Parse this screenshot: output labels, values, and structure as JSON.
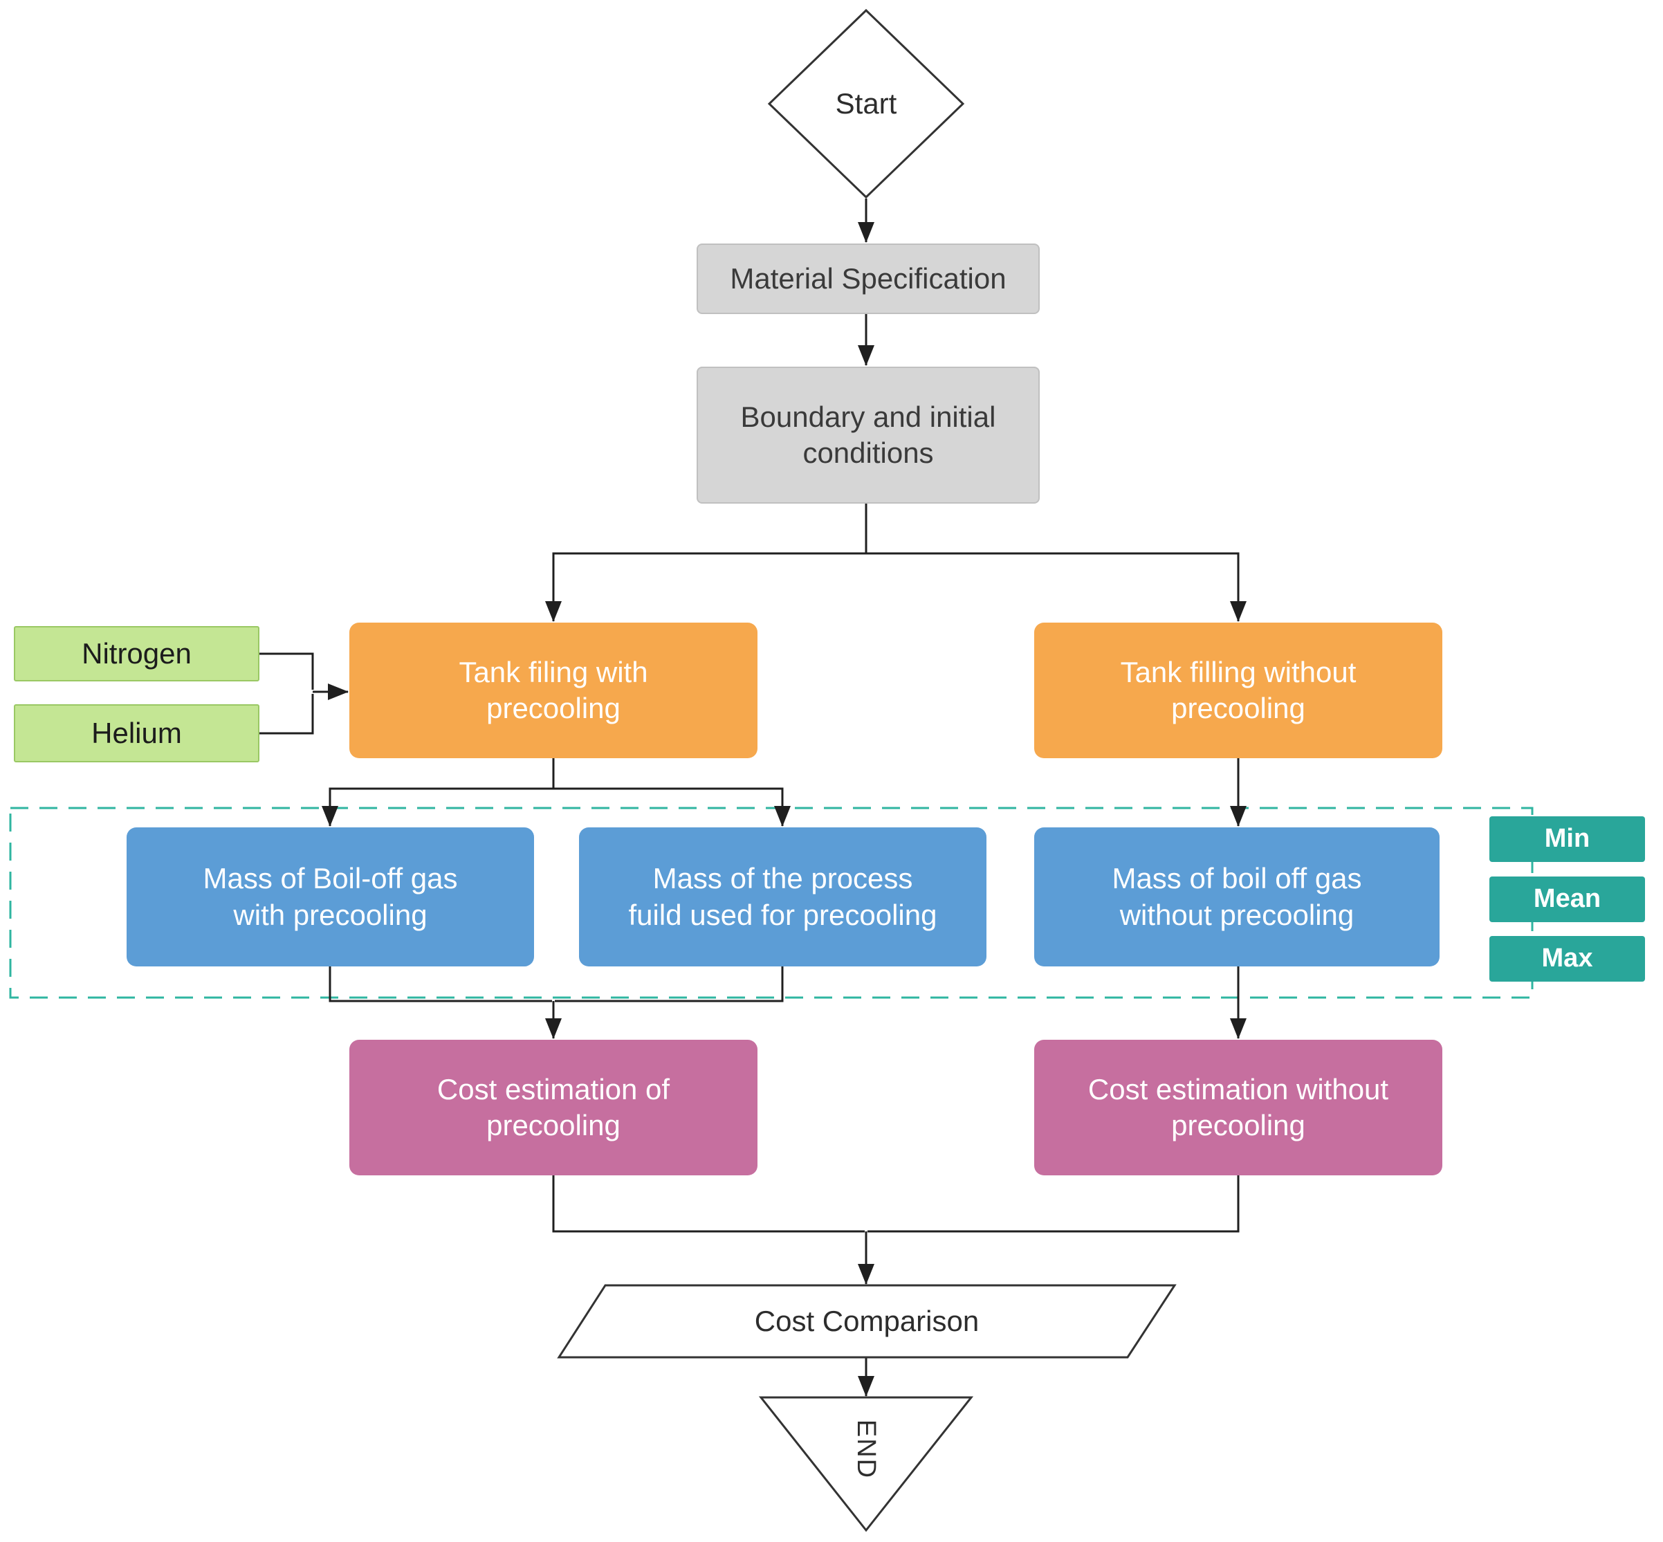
{
  "nodes": {
    "start": {
      "label": "Start",
      "shape": "diamond"
    },
    "material_specification": {
      "label": "Material Specification",
      "shape": "rect"
    },
    "boundary_conditions": {
      "label": "Boundary and initial conditions",
      "shape": "rect"
    },
    "nitrogen": {
      "label": "Nitrogen",
      "shape": "rect"
    },
    "helium": {
      "label": "Helium",
      "shape": "rect"
    },
    "tank_filling_with": {
      "label": "Tank filing with precooling",
      "shape": "rounded-rect"
    },
    "tank_filling_without": {
      "label": "Tank filling without precooling",
      "shape": "rounded-rect"
    },
    "mass_boiloff_with": {
      "label": "Mass of Boil-off gas with precooling",
      "shape": "rounded-rect"
    },
    "mass_process_fluid": {
      "label": "Mass of the process fuild used for precooling",
      "shape": "rounded-rect"
    },
    "mass_boiloff_without": {
      "label": "Mass of boil off gas without precooling",
      "shape": "rounded-rect"
    },
    "stat_min": {
      "label": "Min",
      "shape": "rect"
    },
    "stat_mean": {
      "label": "Mean",
      "shape": "rect"
    },
    "stat_max": {
      "label": "Max",
      "shape": "rect"
    },
    "cost_with": {
      "label": "Cost estimation of precooling",
      "shape": "rounded-rect"
    },
    "cost_without": {
      "label": "Cost estimation without precooling",
      "shape": "rounded-rect"
    },
    "cost_comparison": {
      "label": "Cost Comparison",
      "shape": "parallelogram"
    },
    "end": {
      "label": "END",
      "shape": "triangle-down"
    }
  },
  "colors": {
    "gray_fill": "#d6d6d6",
    "green_fill": "#c4e694",
    "green_border": "#9ac864",
    "orange_fill": "#f6a84d",
    "blue_fill": "#5c9dd6",
    "pink_fill": "#c66f9f",
    "teal_fill": "#29a69a",
    "dashed_region_border": "#2fb5a0",
    "connector_color": "#1f1f1f",
    "shape_outline": "#333333"
  }
}
